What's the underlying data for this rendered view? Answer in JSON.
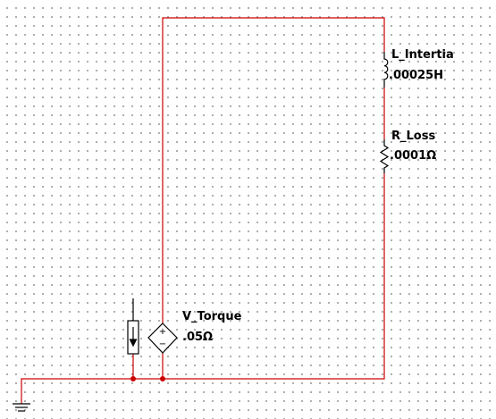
{
  "schematic": {
    "components": {
      "inductor": {
        "name": "L_Intertia",
        "value": ".00025H"
      },
      "resistor": {
        "name": "R_Loss",
        "value": ".0001Ω"
      },
      "vsource": {
        "name": "V_Torque",
        "value": ".05Ω",
        "plus_sign": "+",
        "minus_sign": "−"
      }
    },
    "colors": {
      "wire": "#cc0000",
      "component": "#000000",
      "junction": "#cc0000",
      "grid_dot": "#9a9a9a",
      "background": "#ffffff"
    },
    "icons": [
      "ground-icon",
      "current-sensor-icon",
      "dependent-voltage-source-icon",
      "inductor-icon",
      "resistor-icon"
    ]
  }
}
